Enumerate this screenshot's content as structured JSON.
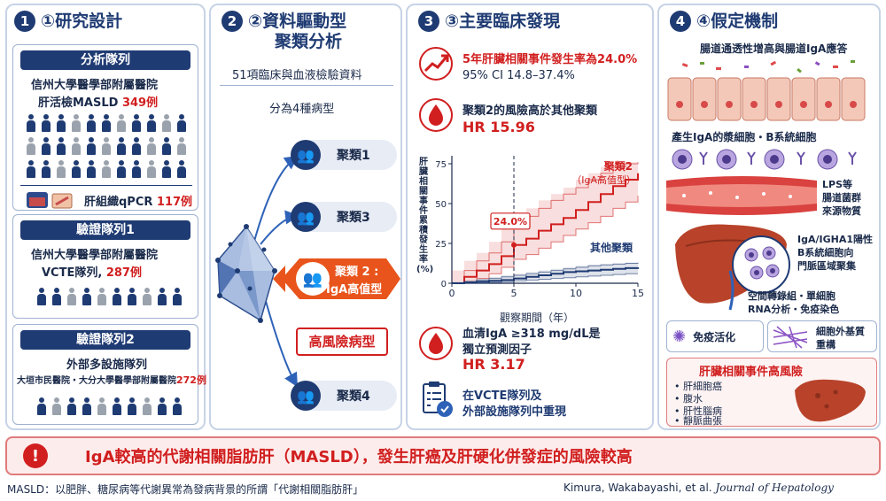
{
  "panel1": {
    "num": "1",
    "title": "①研究設計",
    "analysis_title": "分析隊列",
    "analysis_l1": "信州大學醫學部附屬醫院",
    "analysis_l2_prefix": "肝活檢MASLD",
    "analysis_count": "349例",
    "qpcr_prefix": "肝組織qPCR",
    "qpcr_count": "117例",
    "val1_title": "驗證隊列1",
    "val1_l1": "信州大學醫學部附屬醫院",
    "val1_l2_prefix": "VCTE隊列,",
    "val1_count": "287例",
    "val2_title": "驗證隊列2",
    "val2_l1": "外部多設施隊列",
    "val2_l2_prefix": "大垣市民醫院・大分大學醫學部附屬醫院",
    "val2_count": "272例"
  },
  "panel2": {
    "num": "2",
    "title_l1": "②資料驅動型",
    "title_l2": "聚類分析",
    "sub1": "51項臨床與血液檢驗資料",
    "sub2": "分為4種病型",
    "cluster1": "聚類1",
    "cluster3": "聚類3",
    "cluster2_l1": "聚類 2 :",
    "cluster2_l2": "IgA高值型",
    "high_risk": "高風險病型",
    "cluster4": "聚類4"
  },
  "panel3": {
    "num": "3",
    "title": "③主要臨床發現",
    "f1_l1": "5年肝臟相關事件發生率為24.0%",
    "f1_l2": "95% CI 14.8–37.4%",
    "f2_l1": "聚類2的風險高於其他聚類",
    "f2_l2": "HR 15.96",
    "f3_l1": "血清IgA ≥318 mg/dL是",
    "f3_l2": "獨立預測因子",
    "f3_l3": "HR 3.17",
    "f4_l1": "在VCTE隊列及",
    "f4_l2": "外部設施隊列中重現"
  },
  "chart_data": {
    "type": "line",
    "ylabel": "肝臟相關事件累積發生率 (%)",
    "xlabel": "觀察期間（年）",
    "xlim": [
      0,
      15
    ],
    "ylim": [
      0,
      80
    ],
    "xticks": [
      0,
      5,
      10,
      15
    ],
    "yticks": [
      0,
      25,
      50,
      75
    ],
    "marker_x": 5,
    "marker_label": "24.0%",
    "series": [
      {
        "name": "聚類2",
        "name2": "（IgA高值型）",
        "color": "#d11f1f",
        "x": [
          0,
          1,
          2,
          3,
          4,
          5,
          6,
          7,
          8,
          9,
          10,
          11,
          12,
          13,
          14,
          15
        ],
        "y": [
          0,
          4,
          8,
          12,
          17,
          24,
          28,
          33,
          37,
          41,
          46,
          51,
          56,
          61,
          65,
          69
        ],
        "lower": [
          0,
          1,
          3,
          6,
          10,
          15,
          18,
          22,
          26,
          30,
          34,
          38,
          42,
          47,
          51,
          55
        ],
        "upper": [
          0,
          8,
          14,
          19,
          26,
          37,
          42,
          47,
          52,
          56,
          60,
          65,
          69,
          73,
          75,
          76
        ]
      },
      {
        "name": "其他聚類",
        "color": "#1f3b73",
        "x": [
          0,
          1,
          2,
          3,
          4,
          5,
          6,
          7,
          8,
          9,
          10,
          11,
          12,
          13,
          14,
          15
        ],
        "y": [
          0,
          0.5,
          1,
          1.5,
          2,
          3,
          4,
          5,
          6,
          7,
          7.5,
          8,
          8.5,
          9,
          9.5,
          10
        ],
        "lower": [
          0,
          0,
          0,
          0.5,
          1,
          1.5,
          2,
          2.5,
          3,
          3.5,
          4,
          4.5,
          5,
          5.5,
          6,
          6
        ],
        "upper": [
          0,
          1,
          2,
          3,
          4,
          5,
          6,
          7,
          8,
          9,
          10,
          11,
          11.5,
          12,
          12.5,
          13
        ]
      }
    ]
  },
  "panel4": {
    "num": "4",
    "title": "④假定機制",
    "m1": "腸道通透性增高與腸道IgA應答",
    "m2": "產生IgA的漿細胞・B系統細胞",
    "m3_l1": "LPS等",
    "m3_l2": "腸道菌群",
    "m3_l3": "來源物質",
    "m4_l1": "IgA/IGHA1陽性",
    "m4_l2": "B系統細胞向",
    "m4_l3": "門脈區域聚集",
    "m5_l1": "空間轉錄組・單細胞",
    "m5_l2": "RNA分析・免疫染色",
    "immune": "免疫活化",
    "ecm_l1": "細胞外基質",
    "ecm_l2": "重構",
    "risk_title": "肝臟相關事件高風險",
    "risk_items": [
      "肝細胞癌",
      "腹水",
      "肝性腦病",
      "靜脈曲張"
    ]
  },
  "banner": "IgA較高的代謝相關脂肪肝（MASLD），發生肝癌及肝硬化併發症的風險較高",
  "footnote": "MASLD：以肥胖、糖尿病等代謝異常為發病背景的所謂「代謝相關脂肪肝」",
  "citation_authors": "Kimura, Wakabayashi, et al.",
  "citation_journal": "Journal of Hepatology"
}
